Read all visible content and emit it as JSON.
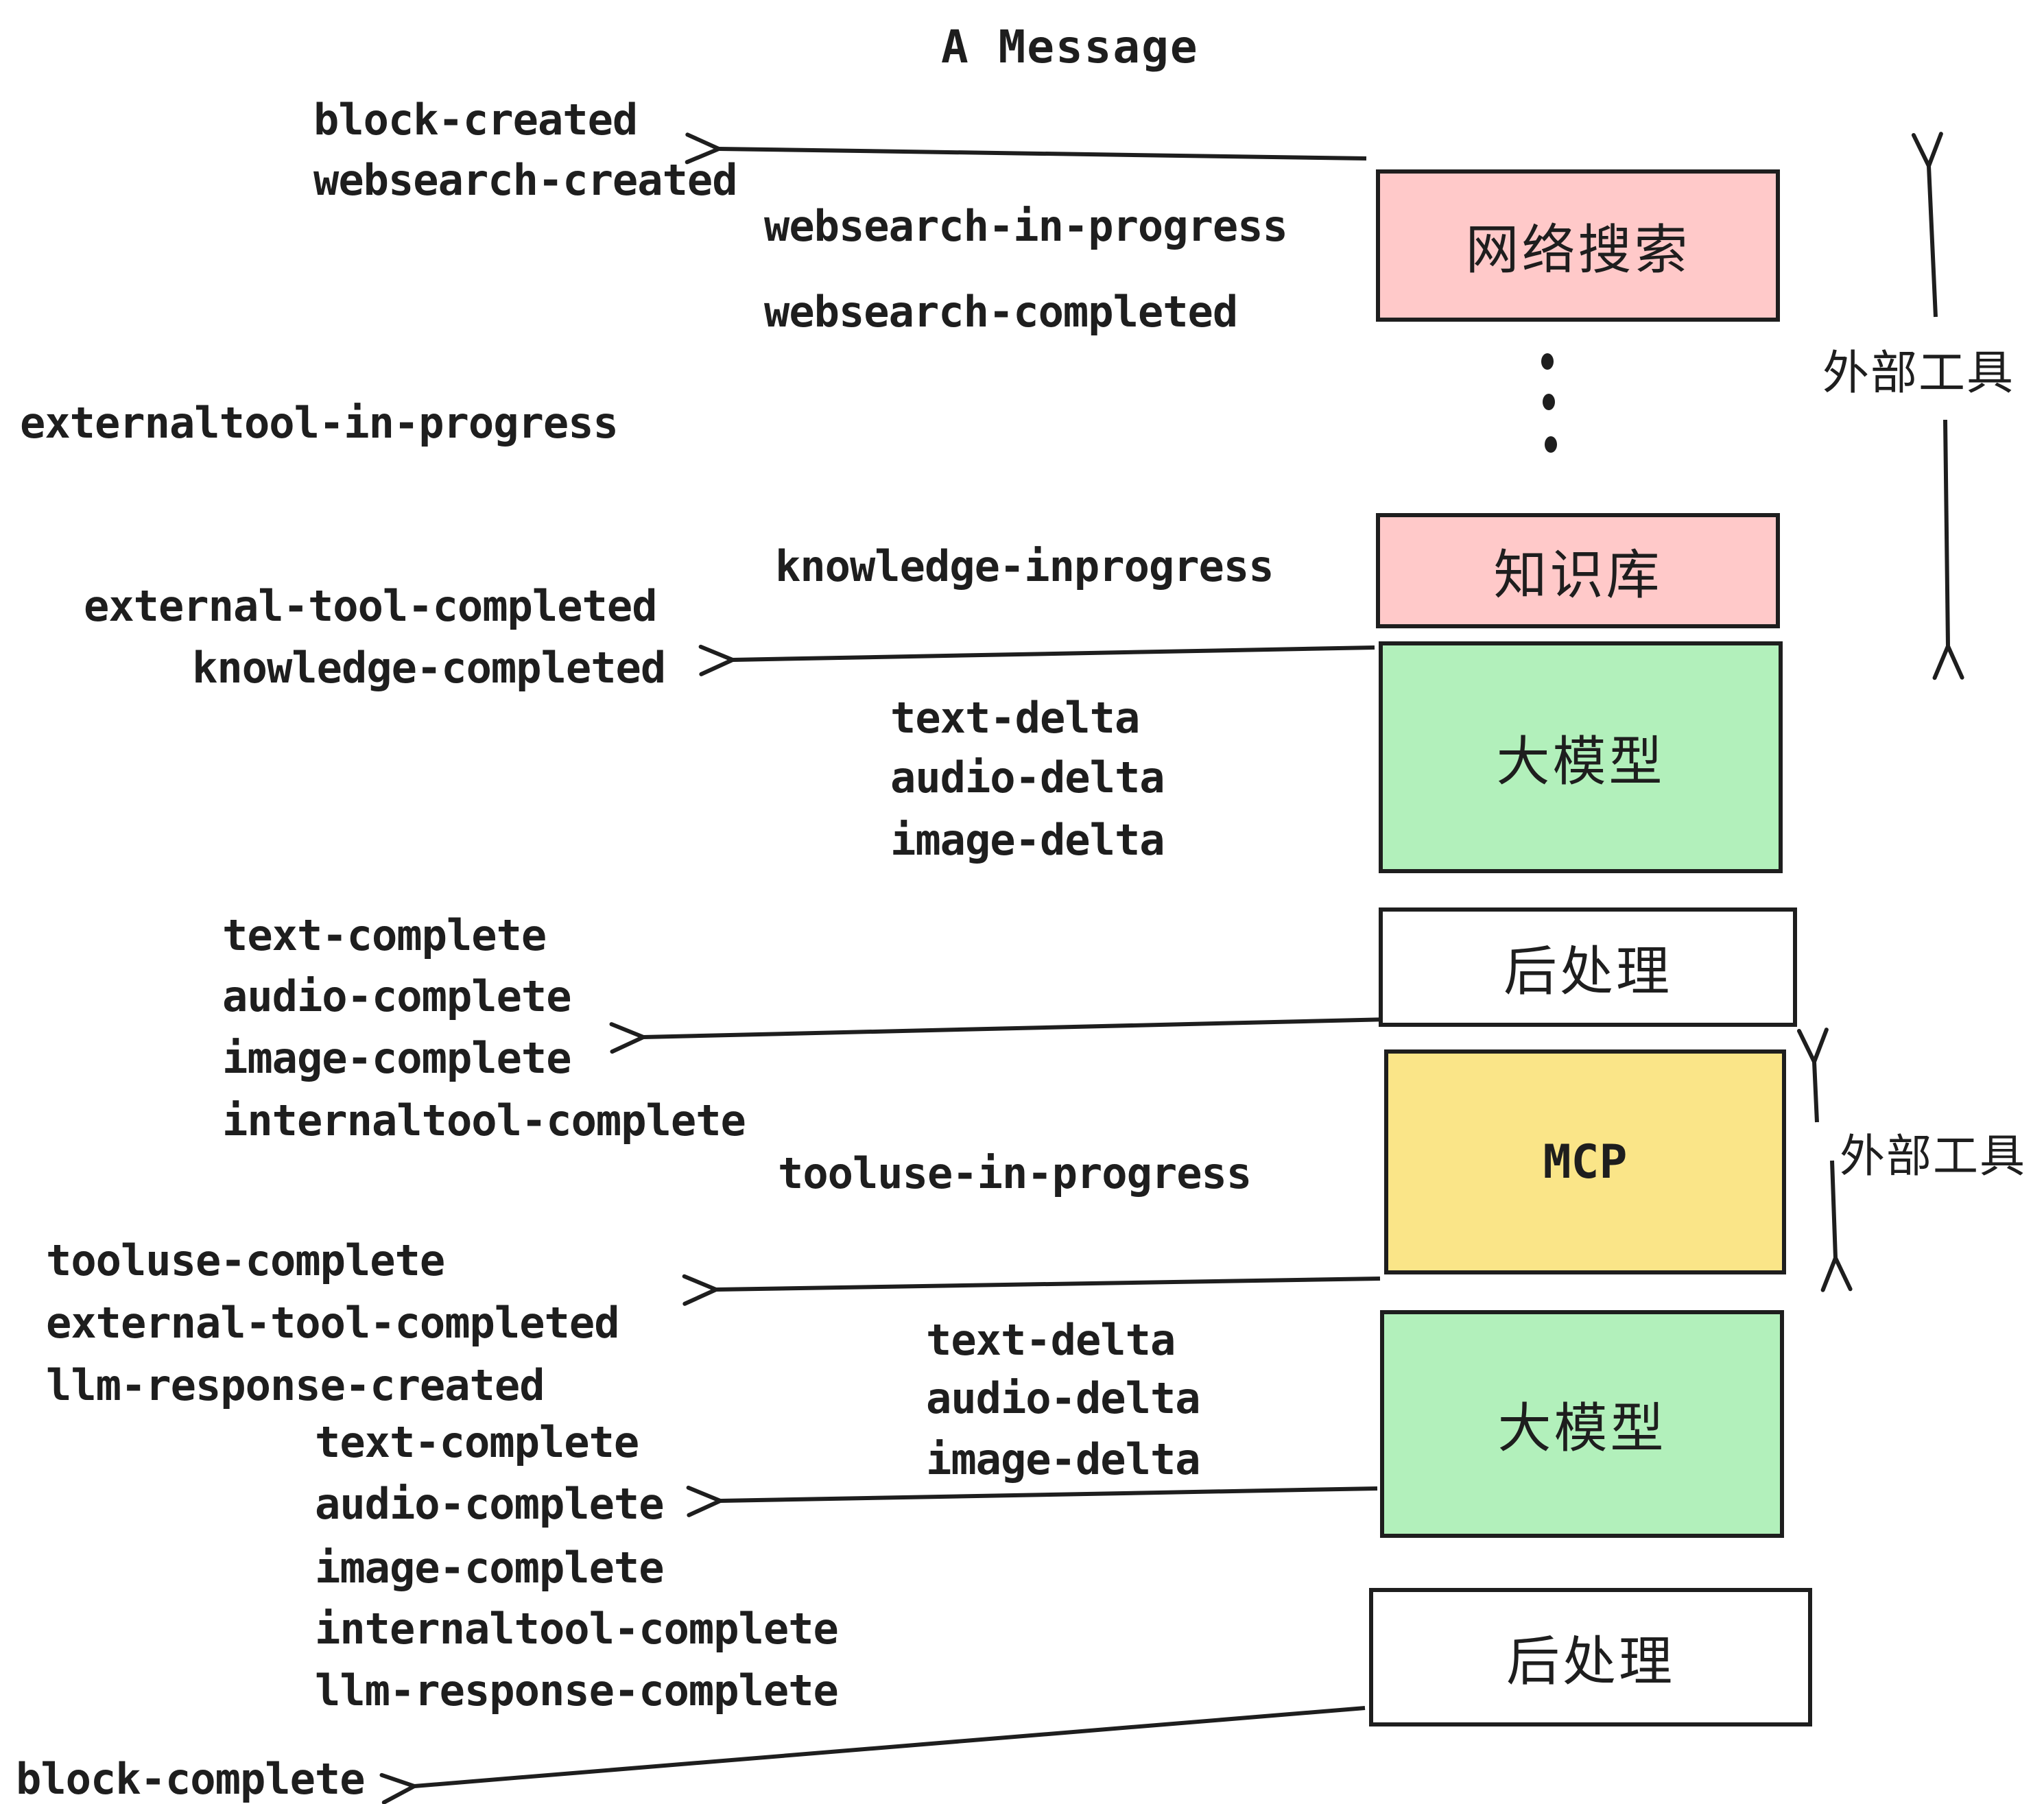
{
  "title": "A Message",
  "colors": {
    "ink": "#1e1e1e",
    "pink": "#ffc9c9",
    "green": "#b2f0bb",
    "yellow": "#fae588",
    "white": "#ffffff"
  },
  "boxes": [
    {
      "name": "websearch",
      "label": "网络搜索",
      "fill": "#ffc9c9"
    },
    {
      "name": "knowledge-base",
      "label": "知识库",
      "fill": "#ffc9c9"
    },
    {
      "name": "llm-top",
      "label": "大模型",
      "fill": "#b2f0bb"
    },
    {
      "name": "postprocess-top",
      "label": "后处理",
      "fill": "#ffffff"
    },
    {
      "name": "mcp",
      "label": "MCP",
      "fill": "#fae588"
    },
    {
      "name": "llm-bottom",
      "label": "大模型",
      "fill": "#b2f0bb"
    },
    {
      "name": "postprocess-bottom",
      "label": "后处理",
      "fill": "#ffffff"
    }
  ],
  "annotations": [
    {
      "name": "external-tools-top",
      "label": "外部工具"
    },
    {
      "name": "external-tools-mcp",
      "label": "外部工具"
    }
  ],
  "events": [
    {
      "label": "block-created"
    },
    {
      "label": "websearch-created"
    },
    {
      "label": "websearch-in-progress"
    },
    {
      "label": "websearch-completed"
    },
    {
      "label": "externaltool-in-progress"
    },
    {
      "label": "knowledge-inprogress"
    },
    {
      "label": "external-tool-completed"
    },
    {
      "label": "knowledge-completed"
    },
    {
      "label": "text-delta"
    },
    {
      "label": "audio-delta"
    },
    {
      "label": "image-delta"
    },
    {
      "label": "text-complete"
    },
    {
      "label": "audio-complete"
    },
    {
      "label": "image-complete"
    },
    {
      "label": "internaltool-complete"
    },
    {
      "label": "tooluse-in-progress"
    },
    {
      "label": "tooluse-complete"
    },
    {
      "label": "external-tool-completed"
    },
    {
      "label": "llm-response-created"
    },
    {
      "label": "text-complete"
    },
    {
      "label": "audio-complete"
    },
    {
      "label": "image-complete"
    },
    {
      "label": "internaltool-complete"
    },
    {
      "label": "llm-response-complete"
    },
    {
      "label": "block-complete"
    },
    {
      "label": "text-delta"
    },
    {
      "label": "audio-delta"
    },
    {
      "label": "image-delta"
    }
  ]
}
